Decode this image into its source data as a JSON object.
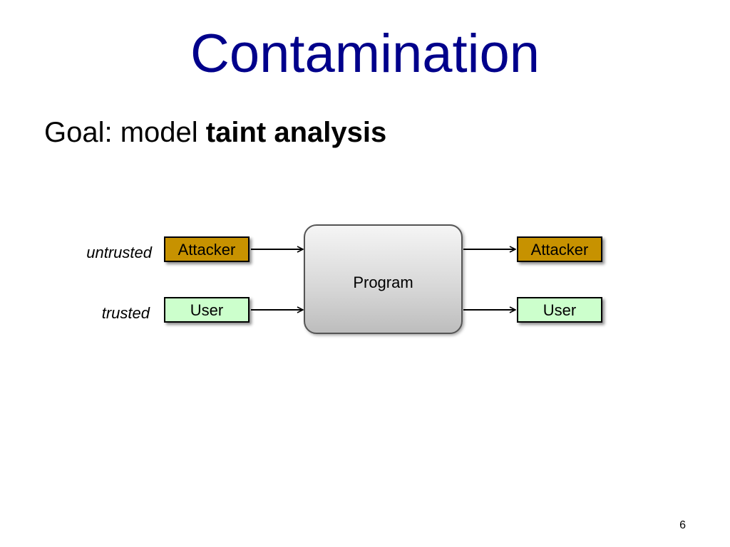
{
  "slide": {
    "title": "Contamination",
    "goal_prefix": "Goal: model ",
    "goal_bold": "taint analysis",
    "page_number": "6"
  },
  "diagram": {
    "untrusted_label": "untrusted",
    "trusted_label": "trusted",
    "input_attacker": "Attacker",
    "input_user": "User",
    "program": "Program",
    "output_attacker": "Attacker",
    "output_user": "User"
  },
  "colors": {
    "title": "#00008b",
    "attacker_box": "#c79200",
    "user_box": "#ccffcc"
  }
}
